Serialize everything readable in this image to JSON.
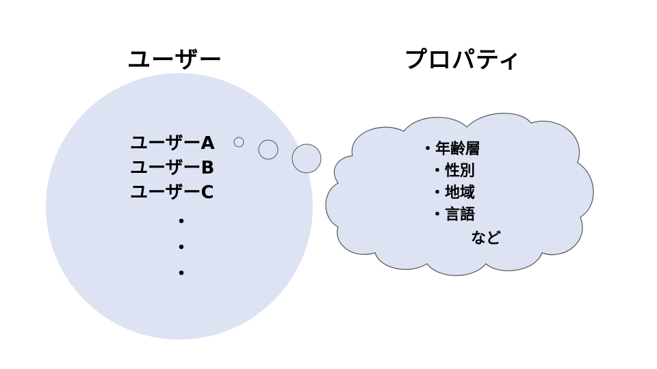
{
  "users": {
    "heading": "ユーザー",
    "items": [
      "ユーザーA",
      "ユーザーB",
      "ユーザーC"
    ],
    "ellipsis": [
      "・",
      "・",
      "・"
    ]
  },
  "properties": {
    "heading": "プロパティ",
    "items": [
      "・年齢層",
      "・性別",
      "・地域",
      "・言語"
    ],
    "etc": "など"
  },
  "colors": {
    "shape_fill": "#DDE3F3",
    "shape_stroke": "#555555",
    "text": "#000000"
  }
}
